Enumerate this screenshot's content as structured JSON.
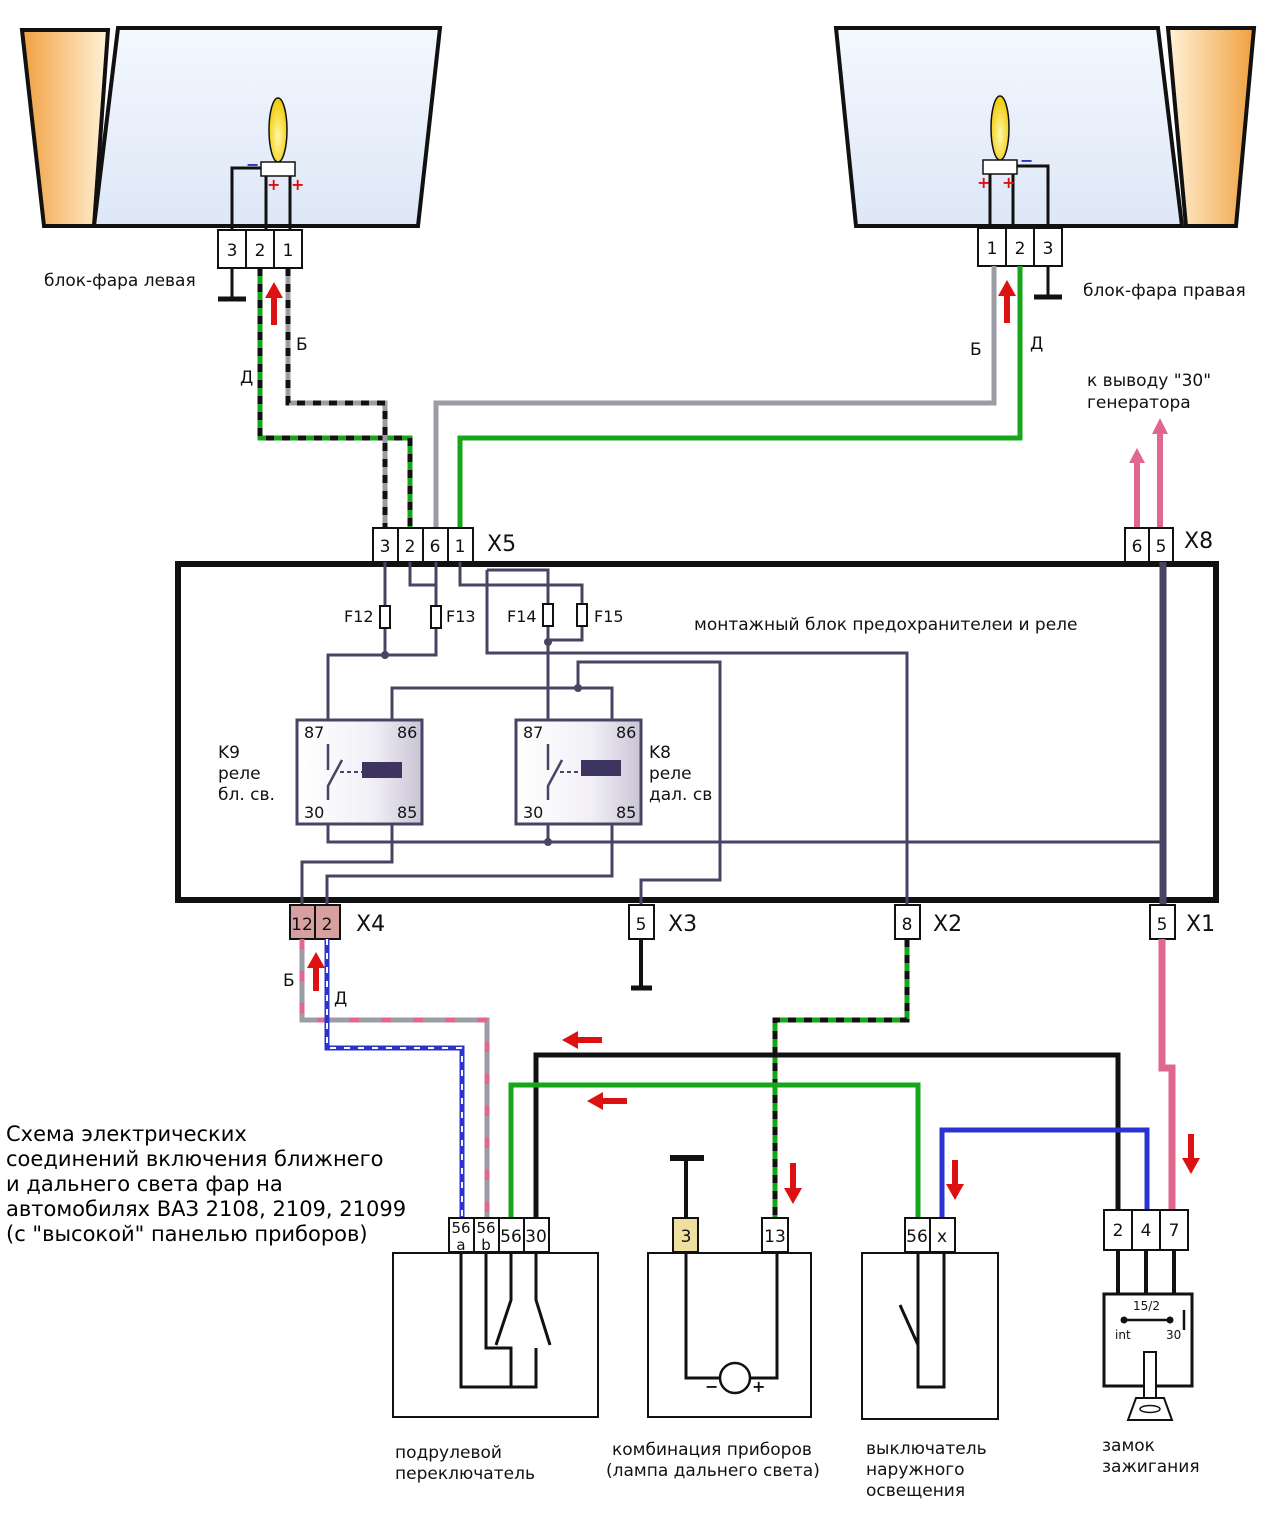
{
  "headlights": {
    "left": {
      "label": "блок-фара левая",
      "pins": [
        "3",
        "2",
        "1"
      ]
    },
    "right": {
      "label": "блок-фара правая",
      "pins": [
        "1",
        "2",
        "3"
      ]
    }
  },
  "wire_letters": {
    "b": "Б",
    "d": "Д"
  },
  "generator_label": [
    "к выводу \"30\"",
    "генератора"
  ],
  "fuse_box": {
    "label": "монтажный блок предохранителеи и реле",
    "fuses": [
      "F12",
      "F13",
      "F14",
      "F15"
    ],
    "relays": {
      "k9": {
        "name": "K9",
        "desc": [
          "реле",
          "бл. св."
        ],
        "pins": [
          "87",
          "86",
          "30",
          "85"
        ]
      },
      "k8": {
        "name": "K8",
        "desc": [
          "реле",
          "дал. св"
        ],
        "pins": [
          "87",
          "86",
          "30",
          "85"
        ]
      }
    }
  },
  "connectors": {
    "x5": {
      "name": "X5",
      "pins": [
        "3",
        "2",
        "6",
        "1"
      ]
    },
    "x8": {
      "name": "X8",
      "pins": [
        "6",
        "5"
      ]
    },
    "x4": {
      "name": "X4",
      "pins": [
        "12",
        "2"
      ]
    },
    "x3": {
      "name": "X3",
      "pins": [
        "5"
      ]
    },
    "x2": {
      "name": "X2",
      "pins": [
        "8"
      ]
    },
    "x1": {
      "name": "X1",
      "pins": [
        "5"
      ]
    }
  },
  "title_lines": [
    "Схема электрических",
    "соединений включения ближнего",
    "и дальнего света фар на",
    "автомобилях ВАЗ 2108, 2109, 21099",
    "(с \"высокой\" панелью приборов)"
  ],
  "components": {
    "stalk": {
      "pins": [
        [
          "56",
          "a"
        ],
        [
          "56",
          "b"
        ],
        [
          "56"
        ],
        [
          "30"
        ]
      ],
      "label": [
        "подрулевой",
        "переключатель"
      ]
    },
    "cluster": {
      "pins": [
        "3",
        "13"
      ],
      "label": [
        "комбинация приборов",
        "(лампа дальнего света)"
      ]
    },
    "light_switch": {
      "pins": [
        "56",
        "x"
      ],
      "label": [
        "выключатель",
        "наружного",
        "освещения"
      ]
    },
    "ignition": {
      "pins": [
        "2",
        "4",
        "7"
      ],
      "label": [
        "замок",
        "зажигания"
      ],
      "contacts": [
        "15/2",
        "int",
        "30"
      ]
    }
  },
  "colors": {
    "green": "#17a51a",
    "gray": "#9c9ca6",
    "black": "#111111",
    "blue": "#2a33d0",
    "pink": "#e0678e",
    "internal": "#4a4464",
    "arrow": "#dd1111"
  }
}
